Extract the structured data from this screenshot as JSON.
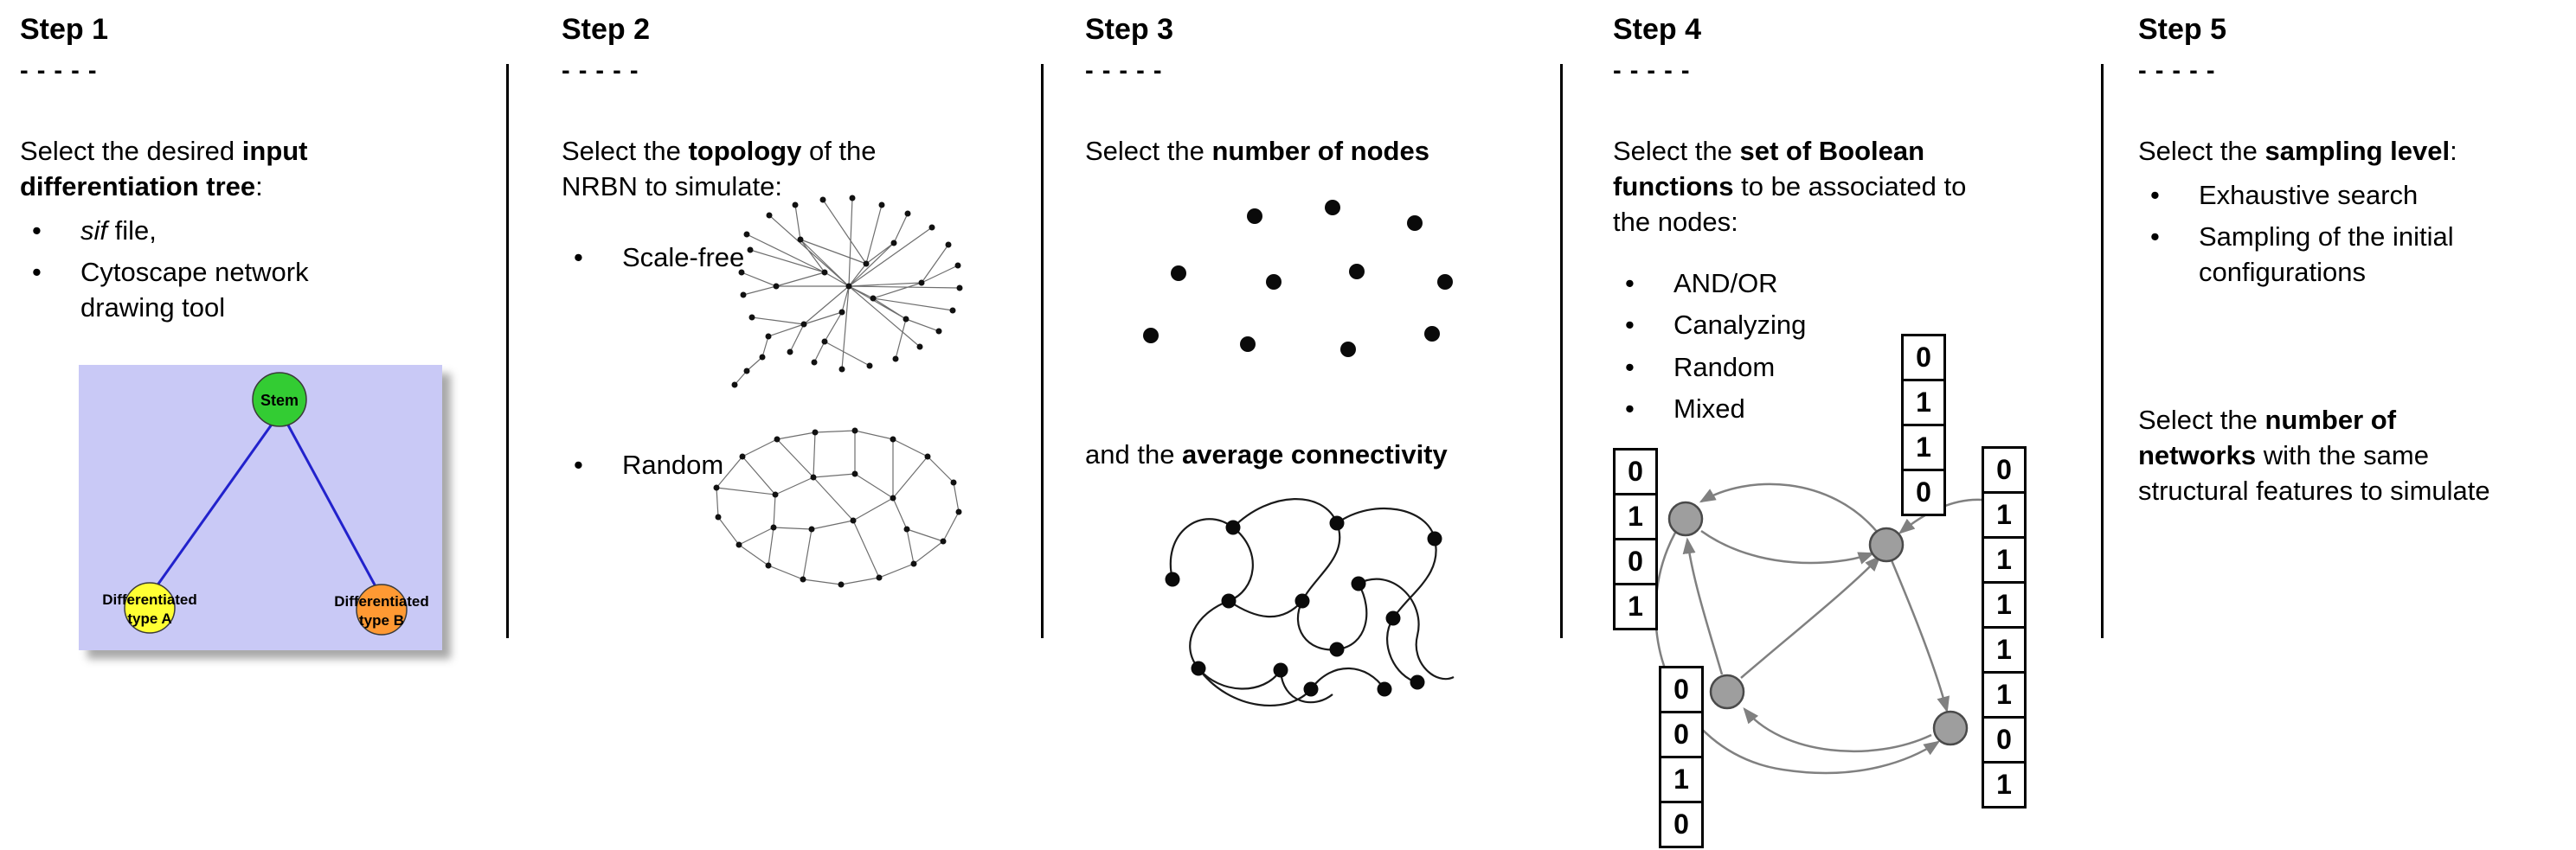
{
  "ui": {
    "bullet": "•"
  },
  "colors": {
    "tree_background": "#c9c9f6",
    "tree_edge": "#2222cc",
    "stem_node": "#33cc33",
    "type_a_node": "#ffff33",
    "type_b_node": "#ff9933",
    "boolean_node": "#9e9e9e"
  },
  "steps": {
    "step1": {
      "title": "Step 1",
      "dashes": "- - - - -",
      "intro": [
        {
          "t": "Select the desired "
        },
        {
          "t": "input",
          "b": true,
          "br": true
        },
        {
          "t": "differentiation tree",
          "b": true
        },
        {
          "t": ":"
        }
      ],
      "bullets": [
        [
          {
            "t": "sif",
            "i": true
          },
          {
            "t": " file,"
          }
        ],
        [
          {
            "t": "Cytoscape network",
            "br": true
          },
          {
            "t": "drawing tool"
          }
        ]
      ],
      "tree": {
        "root": "Stem",
        "left_line1": "Differentiated",
        "left_line2": "type A",
        "right_line1": "Differentiated",
        "right_line2": "type B"
      }
    },
    "step2": {
      "title": "Step 2",
      "dashes": "- - - - -",
      "intro": [
        {
          "t": "Select the "
        },
        {
          "t": "topology",
          "b": true
        },
        {
          "t": " of the",
          "br": true
        },
        {
          "t": "NRBN to simulate:"
        }
      ],
      "bullets": [
        [
          {
            "t": "Scale-free"
          }
        ],
        [
          {
            "t": "Random"
          }
        ]
      ]
    },
    "step3": {
      "title": "Step 3",
      "dashes": "- - - - -",
      "intro": [
        {
          "t": "Select the "
        },
        {
          "t": "number of nodes",
          "b": true
        }
      ],
      "second": [
        {
          "t": "and the "
        },
        {
          "t": "average connectivity",
          "b": true
        }
      ]
    },
    "step4": {
      "title": "Step 4",
      "dashes": "- - - - -",
      "intro": [
        {
          "t": "Select the "
        },
        {
          "t": "set of Boolean",
          "b": true,
          "br": true
        },
        {
          "t": "functions",
          "b": true
        },
        {
          "t": " to be associated to",
          "br": true
        },
        {
          "t": "the nodes:"
        }
      ],
      "bullets": [
        [
          {
            "t": "AND/OR"
          }
        ],
        [
          {
            "t": "Canalyzing"
          }
        ],
        [
          {
            "t": "Random"
          }
        ],
        [
          {
            "t": "Mixed"
          }
        ]
      ],
      "tables": {
        "top": [
          "0",
          "1",
          "1",
          "0"
        ],
        "left": [
          "0",
          "1",
          "0",
          "1"
        ],
        "bottom_left": [
          "0",
          "0",
          "1",
          "0"
        ],
        "right": [
          "0",
          "1",
          "1",
          "1",
          "1",
          "1",
          "0",
          "1"
        ]
      }
    },
    "step5": {
      "title": "Step 5",
      "dashes": "- - - - -",
      "intro": [
        {
          "t": "Select the "
        },
        {
          "t": "sampling level",
          "b": true
        },
        {
          "t": ":"
        }
      ],
      "bullets": [
        [
          {
            "t": "Exhaustive search"
          }
        ],
        [
          {
            "t": "Sampling of the initial",
            "br": true
          },
          {
            "t": "configurations"
          }
        ]
      ],
      "second": [
        {
          "t": "Select the "
        },
        {
          "t": "number of",
          "b": true,
          "br": true
        },
        {
          "t": "networks",
          "b": true
        },
        {
          "t": " with the same",
          "br": true
        },
        {
          "t": "structural features to simulate"
        }
      ]
    }
  }
}
